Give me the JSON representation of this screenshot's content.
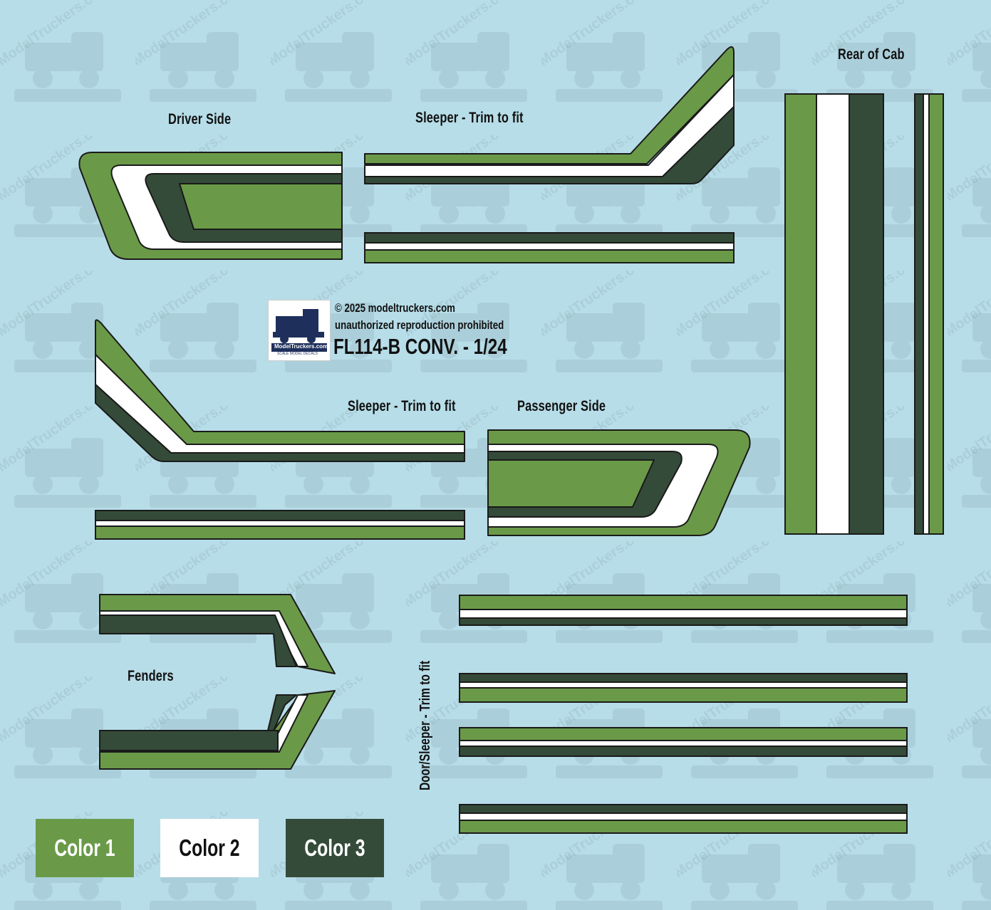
{
  "labels": {
    "driver_side": "Driver Side",
    "sleeper_top": "Sleeper - Trim to fit",
    "rear_of_cab": "Rear of Cab",
    "sleeper_mid": "Sleeper - Trim to fit",
    "passenger_side": "Passenger Side",
    "fenders": "Fenders",
    "door_sleeper": "Door/Sleeper - Trim to fit"
  },
  "copyright": {
    "line1": "© 2025 modeltruckers.com",
    "line2": "unauthorized reproduction prohibited",
    "title": "FL114-B CONV. - 1/24",
    "logo_text": "ModelTruckers.com",
    "logo_sub": "SCALE MODEL DECALS"
  },
  "swatches": [
    {
      "label": "Color 1",
      "color": "#6a9a48",
      "text_color": "#ffffff"
    },
    {
      "label": "Color 2",
      "color": "#ffffff",
      "text_color": "#111111"
    },
    {
      "label": "Color 3",
      "color": "#354b39",
      "text_color": "#ffffff"
    }
  ],
  "watermark": "ModelTruckers.com",
  "colors": {
    "background": "#b7dde8",
    "green": "#6a9a48",
    "white": "#ffffff",
    "dark": "#354b39",
    "outline": "#1a1a1a"
  }
}
